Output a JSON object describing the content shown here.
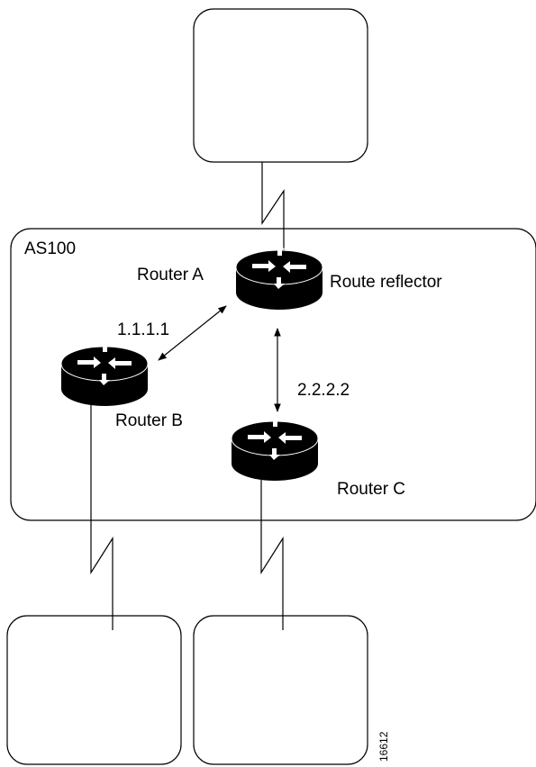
{
  "as_label": "AS100",
  "routers": {
    "a": {
      "name": "Router A",
      "role": "Route reflector"
    },
    "b": {
      "name": "Router B"
    },
    "c": {
      "name": "Router C"
    }
  },
  "links": {
    "a_to_b": "1.1.1.1",
    "a_to_c": "2.2.2.2"
  },
  "figure_id": "16612",
  "icons": [
    "router-icon",
    "bidirectional-arrow-icon",
    "serial-link-icon"
  ]
}
